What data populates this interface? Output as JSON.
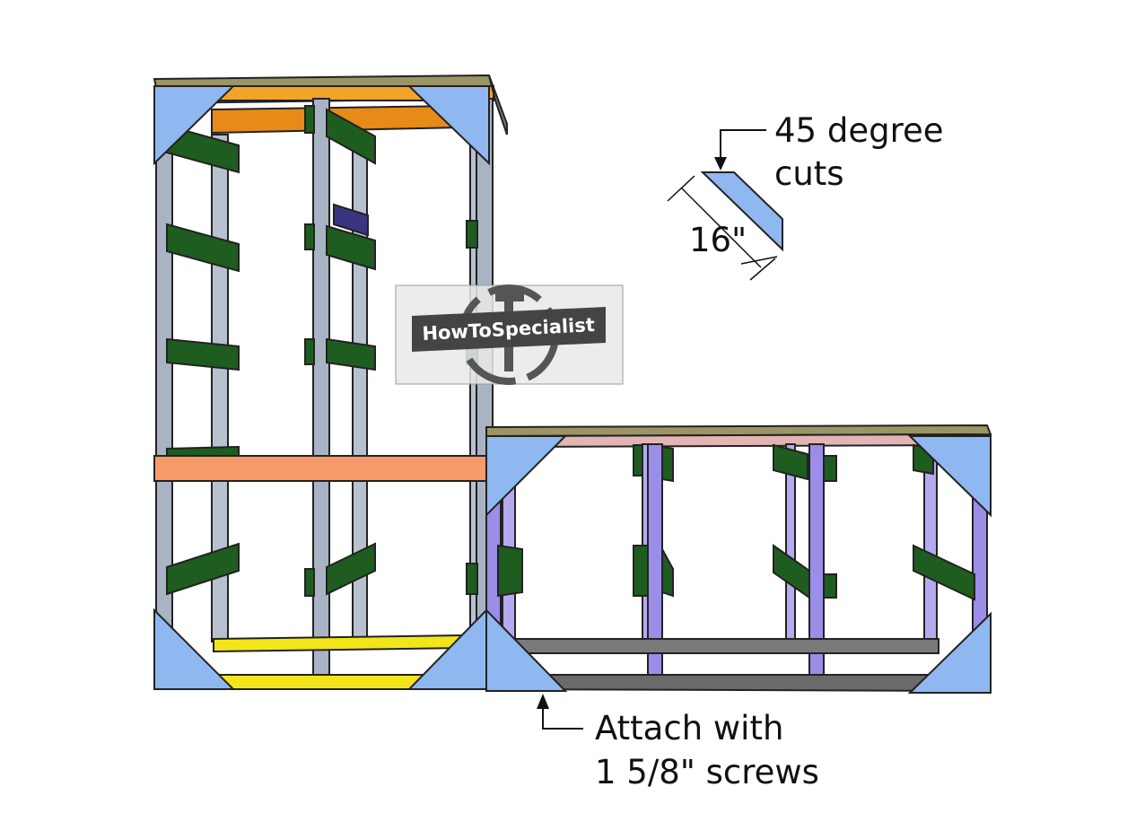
{
  "annotations": {
    "angle_line1": "45 degree",
    "angle_line2": "cuts",
    "length": "16\"",
    "attach_line1": "Attach with",
    "attach_line2": "1 5/8\" screws"
  },
  "watermark": {
    "text": "HowToSpecialist",
    "icon": "hammer-icon"
  },
  "colors": {
    "brace": "#8fb7f0",
    "post_gray": "#a8b4c4",
    "post_purple": "#9b8ee8",
    "cleat_green": "#1f5c1f",
    "top_orange": "#f3a326",
    "shelf_orange": "#f79a6a",
    "base_yellow": "#f2e61a",
    "top_tan": "#9b9565",
    "rail_pink": "#e3b4b4",
    "base_dark": "#6a6a6a"
  }
}
